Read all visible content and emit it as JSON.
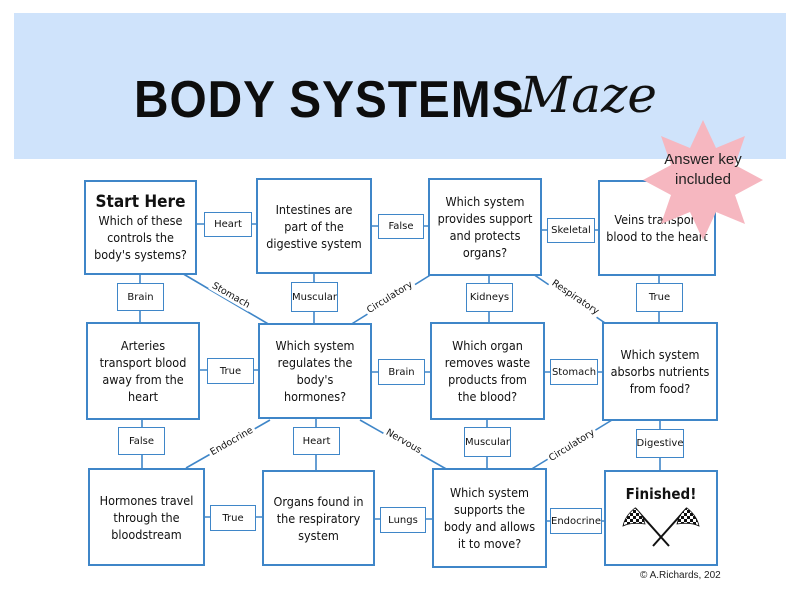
{
  "title": {
    "main": "BODY SYSTEMS",
    "script": "Maze"
  },
  "badge": {
    "text": "Answer key included"
  },
  "copyright": "© A.Richards, 202",
  "boxes": {
    "start": {
      "title": "Start Here",
      "text": "Which of these controls the body's systems?"
    },
    "intestines": {
      "text": "Intestines are part of the digestive system"
    },
    "support": {
      "text": "Which system provides support and protects organs?"
    },
    "veins": {
      "text": "Veins transport blood to the heart"
    },
    "arteries": {
      "text": "Arteries transport blood away from the heart"
    },
    "hormones_q": {
      "text": "Which system regulates the body's hormones?"
    },
    "waste": {
      "text": "Which organ removes waste products from the blood?"
    },
    "nutrients": {
      "text": "Which system absorbs nutrients from food?"
    },
    "hormones_travel": {
      "text": "Hormones travel through the bloodstream"
    },
    "respiratory": {
      "text": "Organs found in the respiratory system"
    },
    "move": {
      "text": "Which system supports the body and allows it to move?"
    },
    "finished": {
      "title": "Finished!"
    }
  },
  "labels": {
    "heart1": "Heart",
    "false1": "False",
    "skeletal": "Skeletal",
    "brain1": "Brain",
    "muscular1": "Muscular",
    "kidneys": "Kidneys",
    "true1": "True",
    "true2": "True",
    "brain2": "Brain",
    "stomach2": "Stomach",
    "false2": "False",
    "heart2": "Heart",
    "muscular2": "Muscular",
    "digestive": "Digestive",
    "true3": "True",
    "lungs": "Lungs",
    "endocrine2": "Endocrine"
  },
  "diagonals": {
    "stomach": "Stomach",
    "circulatory1": "Circulatory",
    "respiratory": "Respiratory",
    "endocrine": "Endocrine",
    "nervous": "Nervous",
    "circulatory2": "Circulatory"
  },
  "colors": {
    "banner": "#cfe3fb",
    "box_border": "#3f86c8",
    "badge": "#f6b7c0"
  }
}
